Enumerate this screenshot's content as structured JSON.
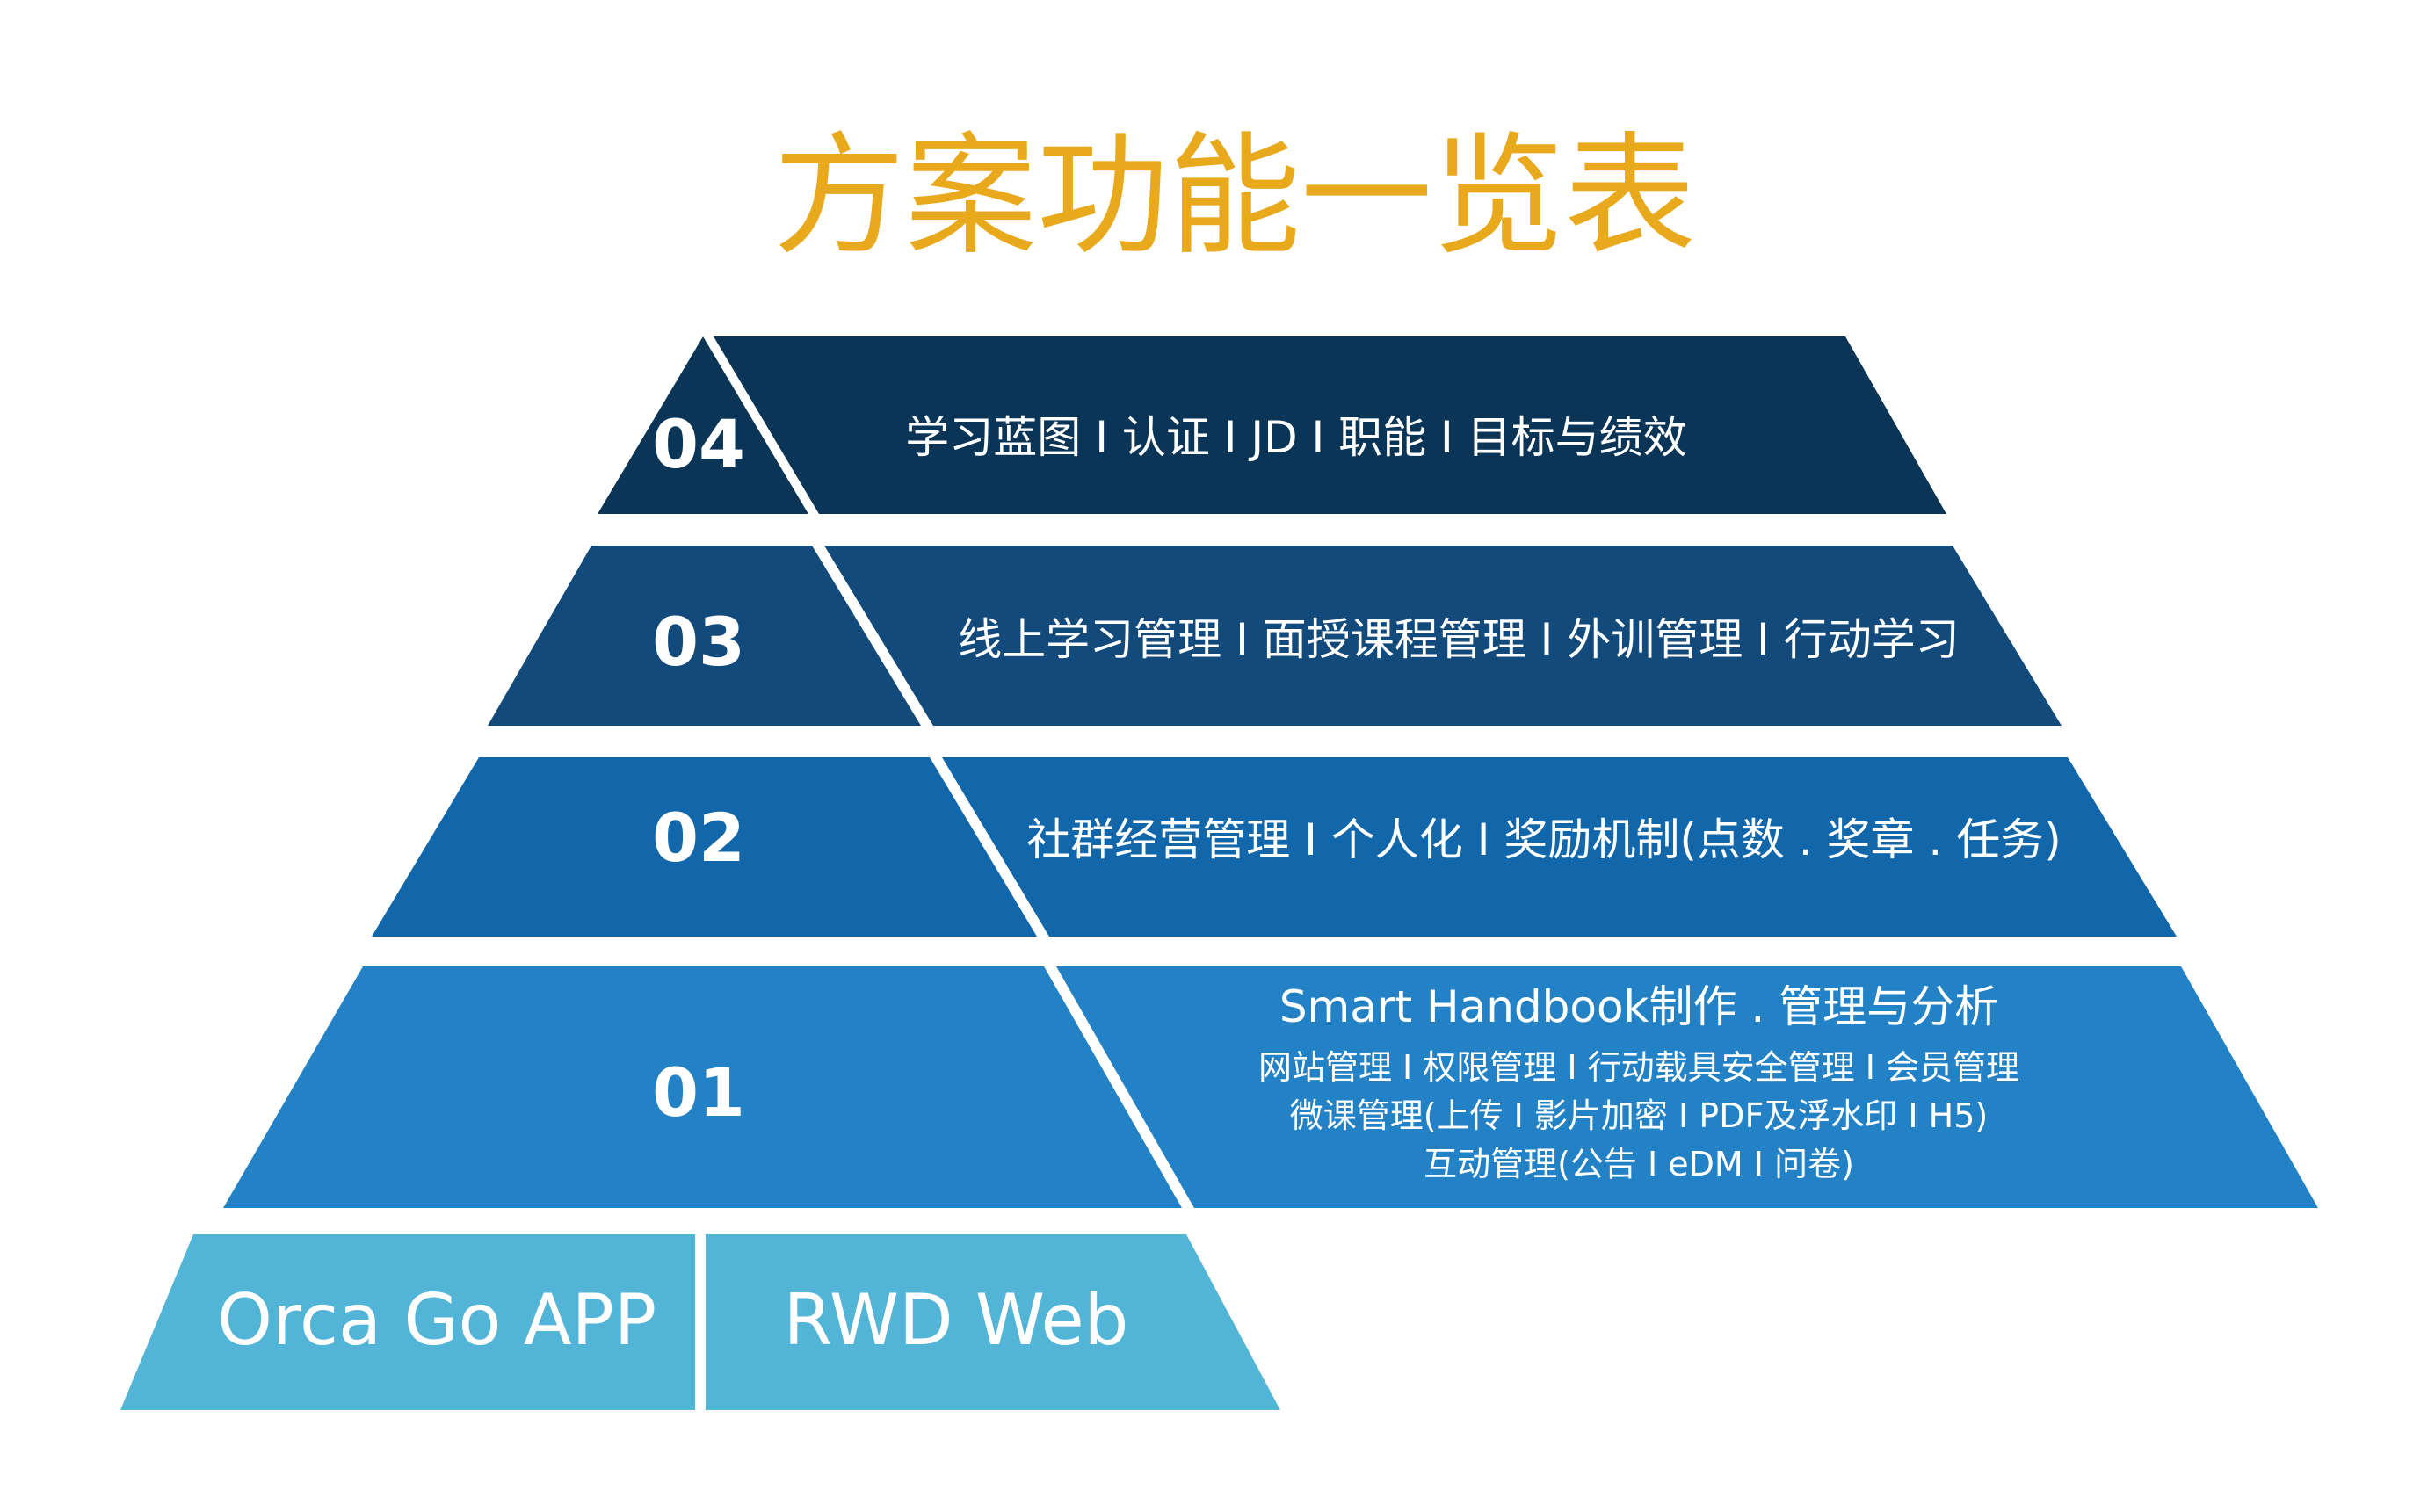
{
  "title": "方案功能一览表",
  "colors": {
    "title": "#e9a91c",
    "level_04": "#0b3557",
    "level_03": "#124a7c",
    "level_02": "#1267ab",
    "level_01": "#2382c6",
    "base": "#52b5d8",
    "divider": "#ffffff",
    "text": "#ffffff"
  },
  "levels": [
    {
      "number": "04",
      "lines": [
        "学习蓝图 I 认证 I JD I 职能 I 目标与绩效"
      ]
    },
    {
      "number": "03",
      "lines": [
        "线上学习管理 I 面授课程管理 I 外训管理 I 行动学习"
      ]
    },
    {
      "number": "02",
      "lines": [
        "社群经营管理 I 个人化 I 奖励机制(点数 . 奖章 . 任务)"
      ]
    },
    {
      "number": "01",
      "headline": "Smart Handbook制作 . 管理与分析",
      "lines": [
        "网站管理 I 权限管理 I 行动载具安全管理 I 会员管理",
        "微课管理(上传 I 影片加密 I PDF及浮水印 I H5)",
        "互动管理(公告 I eDM I 问卷)"
      ]
    }
  ],
  "base": {
    "left_label": "Orca Go APP",
    "right_label": "RWD Web"
  }
}
